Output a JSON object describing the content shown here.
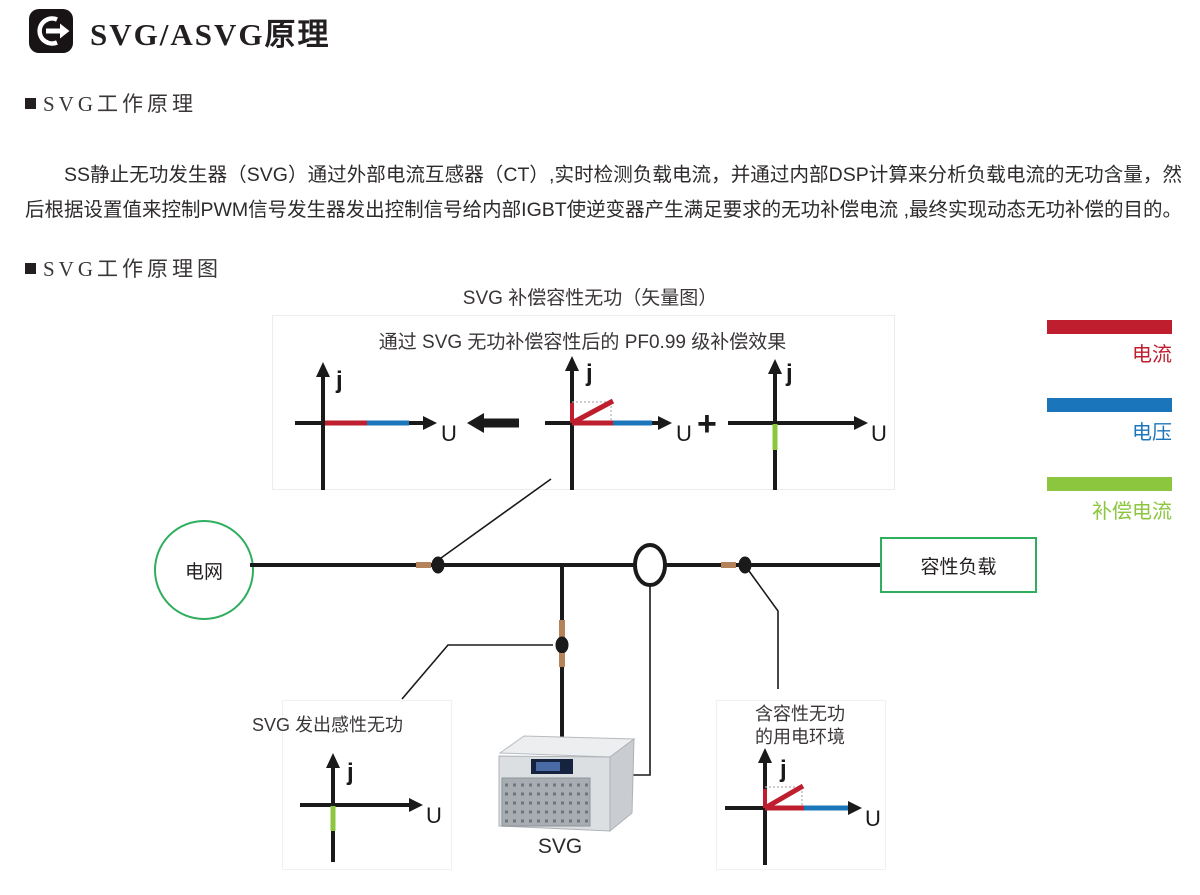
{
  "header": {
    "title": "SVG/ASVG原理",
    "icon": "export-arrow-icon"
  },
  "sections": {
    "principle": {
      "heading": "SVG工作原理",
      "body": "SS静止无功发生器（SVG）通过外部电流互感器（CT）,实时检测负载电流，并通过内部DSP计算来分析负载电流的无功含量，然后根据设置值来控制PWM信号发生器发出控制信号给内部IGBT使逆变器产生满足要求的无功补偿电流 ,最终实现动态无功补偿的目的。"
    },
    "working_diagram": {
      "heading": "SVG工作原理图"
    }
  },
  "diagram": {
    "title": "SVG 补偿容性无功（矢量图）",
    "box_title": "通过 SVG 无功补偿容性后的 PF0.99 级补偿效果",
    "plus_sign": "+",
    "axis": {
      "x_label": "U",
      "y_label": "j"
    },
    "grid_label": "电网",
    "load_label": "容性负载",
    "device_label": "SVG",
    "left_panel_label": "SVG 发出感性无功",
    "right_panel_label_line1": "含容性无功",
    "right_panel_label_line2": "的用电环境",
    "legend": [
      {
        "label": "电流",
        "color": "#be1e2d"
      },
      {
        "label": "电压",
        "color": "#1b75bb"
      },
      {
        "label": "补偿电流",
        "color": "#8cc63f"
      }
    ],
    "colors": {
      "current": "#be1e2d",
      "voltage": "#1b75bb",
      "compensation_current": "#8cc63f",
      "accent_green": "#2fae5e",
      "ct_copper": "#b5835a"
    }
  }
}
